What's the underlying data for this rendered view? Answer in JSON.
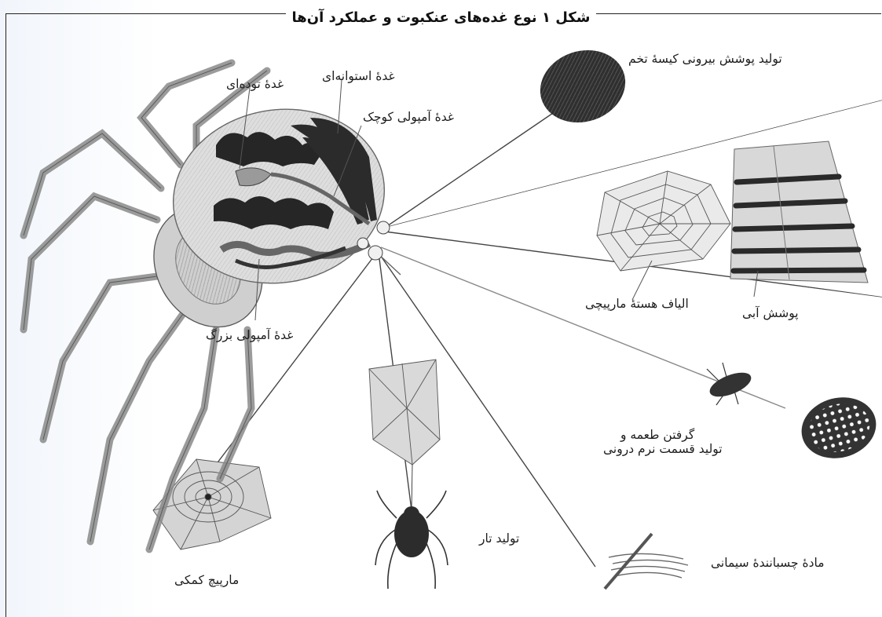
{
  "title": "شکل ۱ نوع غده‌های عنکبوت و عملکرد آن‌ها",
  "labels": {
    "cylindrical_gland": "غدۀ استوانه‌ای",
    "aggregate_gland": "غدۀ توده‌ای",
    "minor_ampullate_gland": "غدۀ آمپولی کوچک",
    "major_ampullate_gland": "غدۀ آمپولی بزرگ",
    "egg_sac_cover": "تولید پوشش بیرونی کیسۀ تخم",
    "spiral_core_fibers": "الیاف هستۀ مارپیچی",
    "aqueous_coating": "پوشش آبی",
    "prey_wrap_line1": "گرفتن طعمه و",
    "prey_wrap_line2": "تولید قسمت نرم درونی",
    "cement_adhesive": "مادۀ چسبانندۀ سیمانی",
    "web_production": "تولید تار",
    "auxiliary_spiral": "مارپیچ کمکی"
  }
}
